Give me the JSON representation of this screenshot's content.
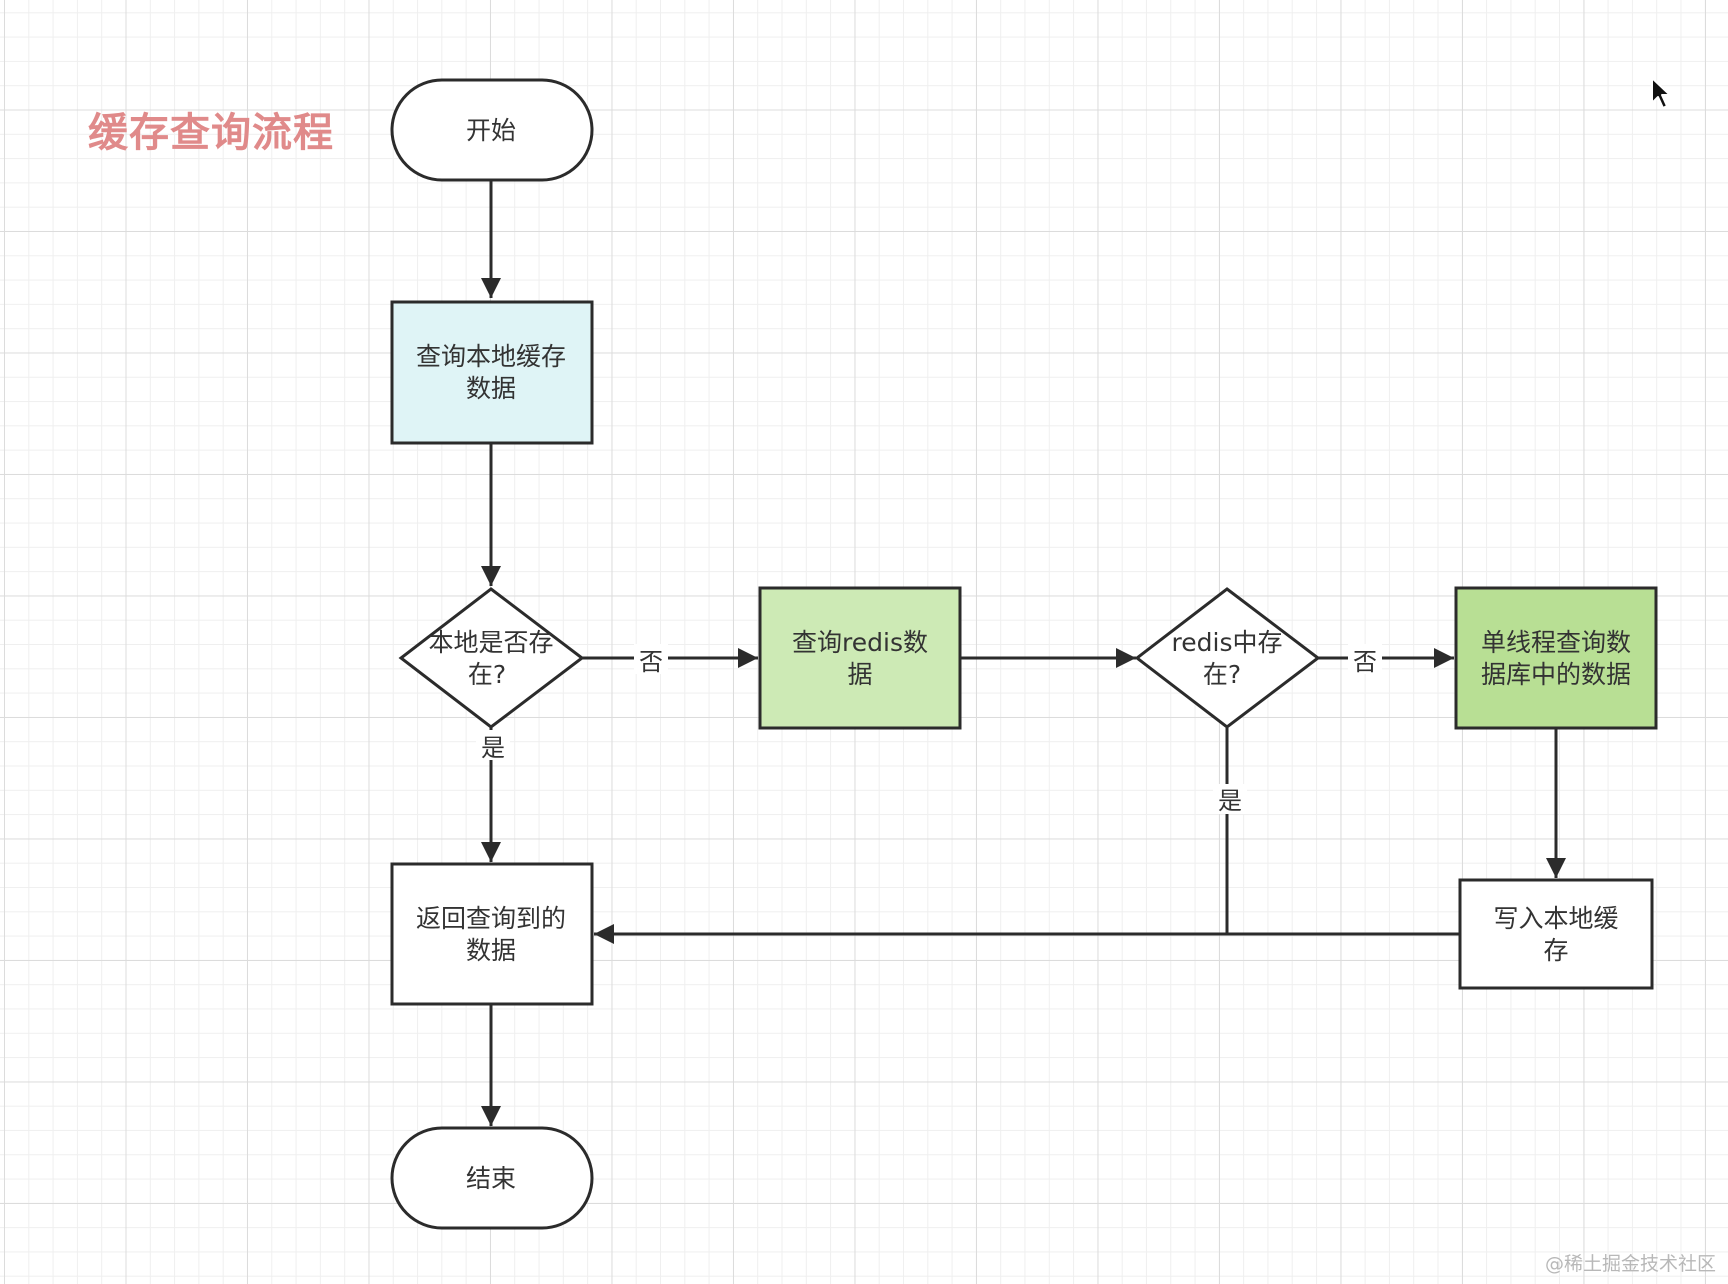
{
  "title": "缓存查询流程",
  "colors": {
    "stroke": "#2b2b2b",
    "title": "#e08a8a",
    "local_query_fill": "#dff4f6",
    "redis_query_fill": "#cdeab5",
    "db_query_fill": "#b8df94",
    "plain_fill": "#ffffff"
  },
  "nodes": {
    "start": {
      "lines": [
        "开始"
      ]
    },
    "query_local": {
      "lines": [
        "查询本地缓存",
        "数据"
      ]
    },
    "local_exists": {
      "lines": [
        "本地是否存",
        "在?"
      ]
    },
    "query_redis": {
      "lines": [
        "查询redis数",
        "据"
      ]
    },
    "redis_exists": {
      "lines": [
        "redis中存",
        "在?"
      ]
    },
    "query_db": {
      "lines": [
        "单线程查询数",
        "据库中的数据"
      ]
    },
    "return_data": {
      "lines": [
        "返回查询到的",
        "数据"
      ]
    },
    "write_local": {
      "lines": [
        "写入本地缓",
        "存"
      ]
    },
    "end": {
      "lines": [
        "结束"
      ]
    }
  },
  "edge_labels": {
    "local_no": "否",
    "local_yes": "是",
    "redis_no": "否",
    "redis_yes": "是"
  },
  "watermark": "@稀土掘金技术社区",
  "icons": {
    "cursor": "mouse-pointer-icon"
  }
}
